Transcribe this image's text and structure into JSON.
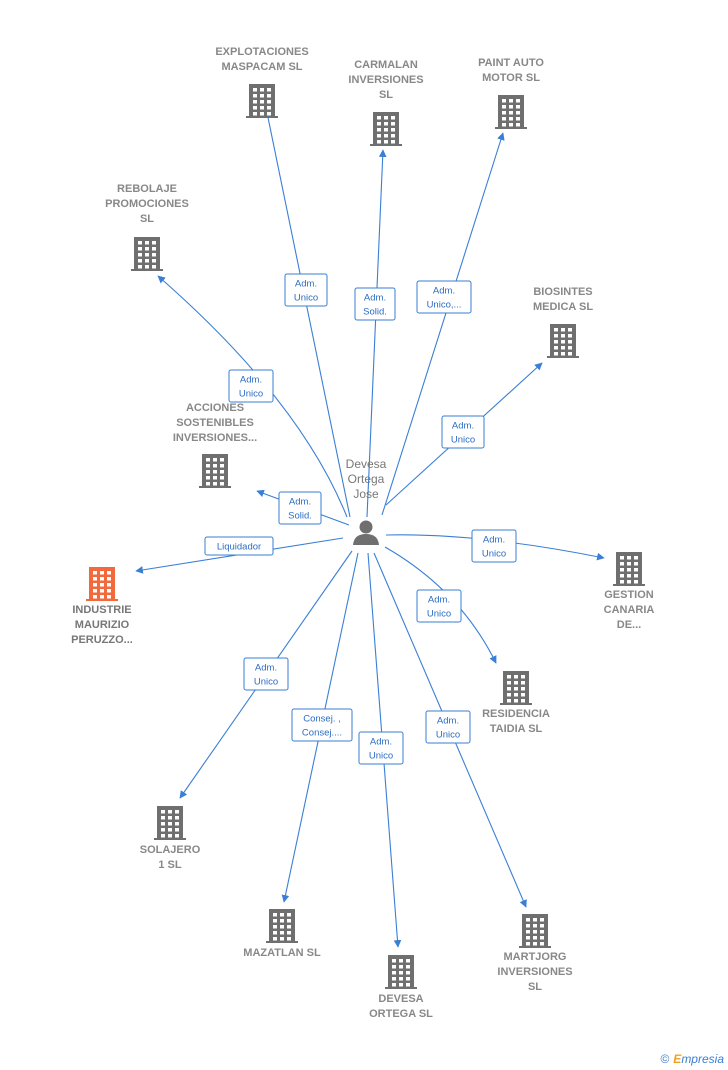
{
  "colors": {
    "building": "#6f6f6f",
    "building_highlight": "#f26a3c",
    "edge": "#3a7fd5",
    "label": "#888888"
  },
  "center": {
    "name_lines": [
      "Devesa",
      "Ortega",
      "Jose"
    ],
    "icon": "person-icon"
  },
  "nodes": [
    {
      "id": "explotaciones",
      "lines": [
        "EXPLOTACIONES",
        "MASPACAM  SL"
      ],
      "highlight": false,
      "role_lines": [
        "Adm.",
        "Unico"
      ]
    },
    {
      "id": "carmalan",
      "lines": [
        "CARMALAN",
        "INVERSIONES",
        "SL"
      ],
      "highlight": false,
      "role_lines": [
        "Adm.",
        "Solid."
      ]
    },
    {
      "id": "paint-auto",
      "lines": [
        "PAINT AUTO",
        "MOTOR  SL"
      ],
      "highlight": false,
      "role_lines": [
        "Adm.",
        "Unico,..."
      ]
    },
    {
      "id": "rebolaje",
      "lines": [
        "REBOLAJE",
        "PROMOCIONES",
        "SL"
      ],
      "highlight": false,
      "role_lines": [
        "Adm.",
        "Unico"
      ]
    },
    {
      "id": "biosintes",
      "lines": [
        "BIOSINTES",
        "MEDICA SL"
      ],
      "highlight": false,
      "role_lines": [
        "Adm.",
        "Unico"
      ]
    },
    {
      "id": "acciones",
      "lines": [
        "ACCIONES",
        "SOSTENIBLES",
        "INVERSIONES..."
      ],
      "highlight": false,
      "role_lines": [
        "Adm.",
        "Solid."
      ]
    },
    {
      "id": "industrie",
      "lines": [
        "INDUSTRIE",
        "MAURIZIO",
        "PERUZZO..."
      ],
      "highlight": true,
      "role_lines": [
        "Liquidador"
      ]
    },
    {
      "id": "gestion",
      "lines": [
        "GESTION",
        "CANARIA",
        "DE..."
      ],
      "highlight": false,
      "role_lines": [
        "Adm.",
        "Unico"
      ]
    },
    {
      "id": "residencia",
      "lines": [
        "RESIDENCIA",
        "TAIDIA  SL"
      ],
      "highlight": false,
      "role_lines": [
        "Adm.",
        "Unico"
      ]
    },
    {
      "id": "solajero",
      "lines": [
        "SOLAJERO",
        "1  SL"
      ],
      "highlight": false,
      "role_lines": [
        "Adm.",
        "Unico"
      ]
    },
    {
      "id": "mazatlan",
      "lines": [
        "MAZATLAN SL"
      ],
      "highlight": false,
      "role_lines": [
        "Consej. ,",
        "Consej...."
      ]
    },
    {
      "id": "devesa-ortega",
      "lines": [
        "DEVESA",
        "ORTEGA  SL"
      ],
      "highlight": false,
      "role_lines": [
        "Adm.",
        "Unico"
      ]
    },
    {
      "id": "martjorg",
      "lines": [
        "MARTJORG",
        "INVERSIONES",
        "SL"
      ],
      "highlight": false,
      "role_lines": [
        "Adm.",
        "Unico"
      ]
    }
  ],
  "brand": {
    "copyright": "©",
    "e": "E",
    "rest": "mpresia"
  }
}
